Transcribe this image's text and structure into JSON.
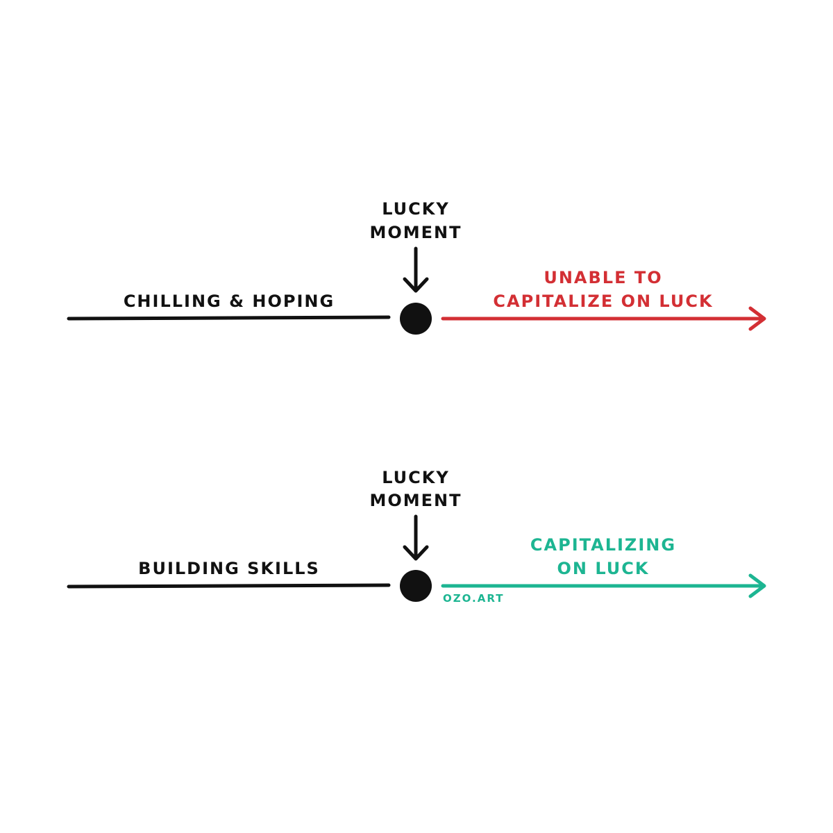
{
  "colors": {
    "ink": "#111111",
    "negative": "#d32f34",
    "positive": "#1db592"
  },
  "scenarios": [
    {
      "moment_label_line1": "LUCKY",
      "moment_label_line2": "MOMENT",
      "path_before_label": "CHILLING & HOPING",
      "outcome_label_line1": "UNABLE TO",
      "outcome_label_line2": "CAPITALIZE ON LUCK",
      "outcome_tone": "negative"
    },
    {
      "moment_label_line1": "LUCKY",
      "moment_label_line2": "MOMENT",
      "path_before_label": "BUILDING SKILLS",
      "outcome_label_line1": "CAPITALIZING",
      "outcome_label_line2": "ON LUCK",
      "outcome_tone": "positive"
    }
  ],
  "watermark": "OZO.ART"
}
